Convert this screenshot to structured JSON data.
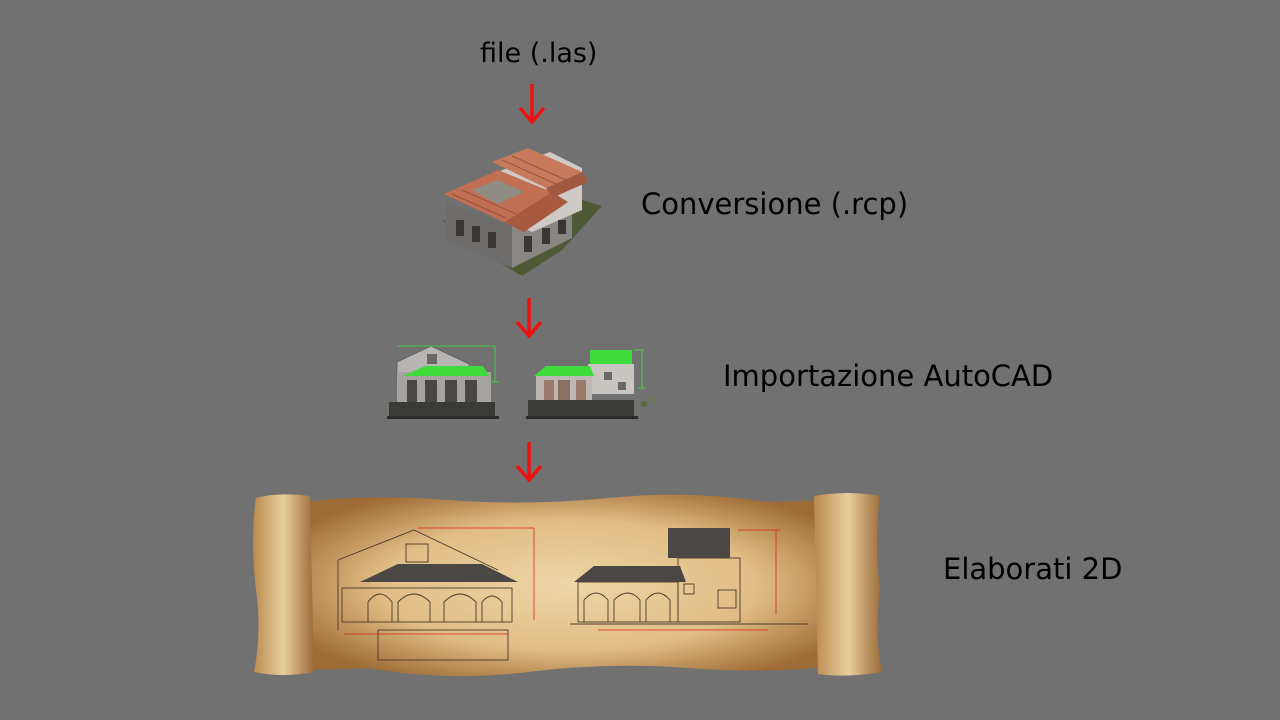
{
  "steps": [
    {
      "label": "file (.las)"
    },
    {
      "label": "Conversione (.rcp)"
    },
    {
      "label": "Importazione AutoCAD"
    },
    {
      "label": "Elaborati 2D"
    }
  ],
  "images": {
    "house_point_cloud": "3d-house-point-cloud",
    "front_elevation": "green-front-elevation",
    "side_elevation": "green-side-elevation",
    "parchment_drawings": "parchment-scroll-2d-drawings"
  },
  "colors": {
    "background": "#727172",
    "arrow": "#ee1111",
    "highlight_green": "#3ddc3a",
    "dimension_red": "#d9261c",
    "parchment": "#e7c996"
  }
}
